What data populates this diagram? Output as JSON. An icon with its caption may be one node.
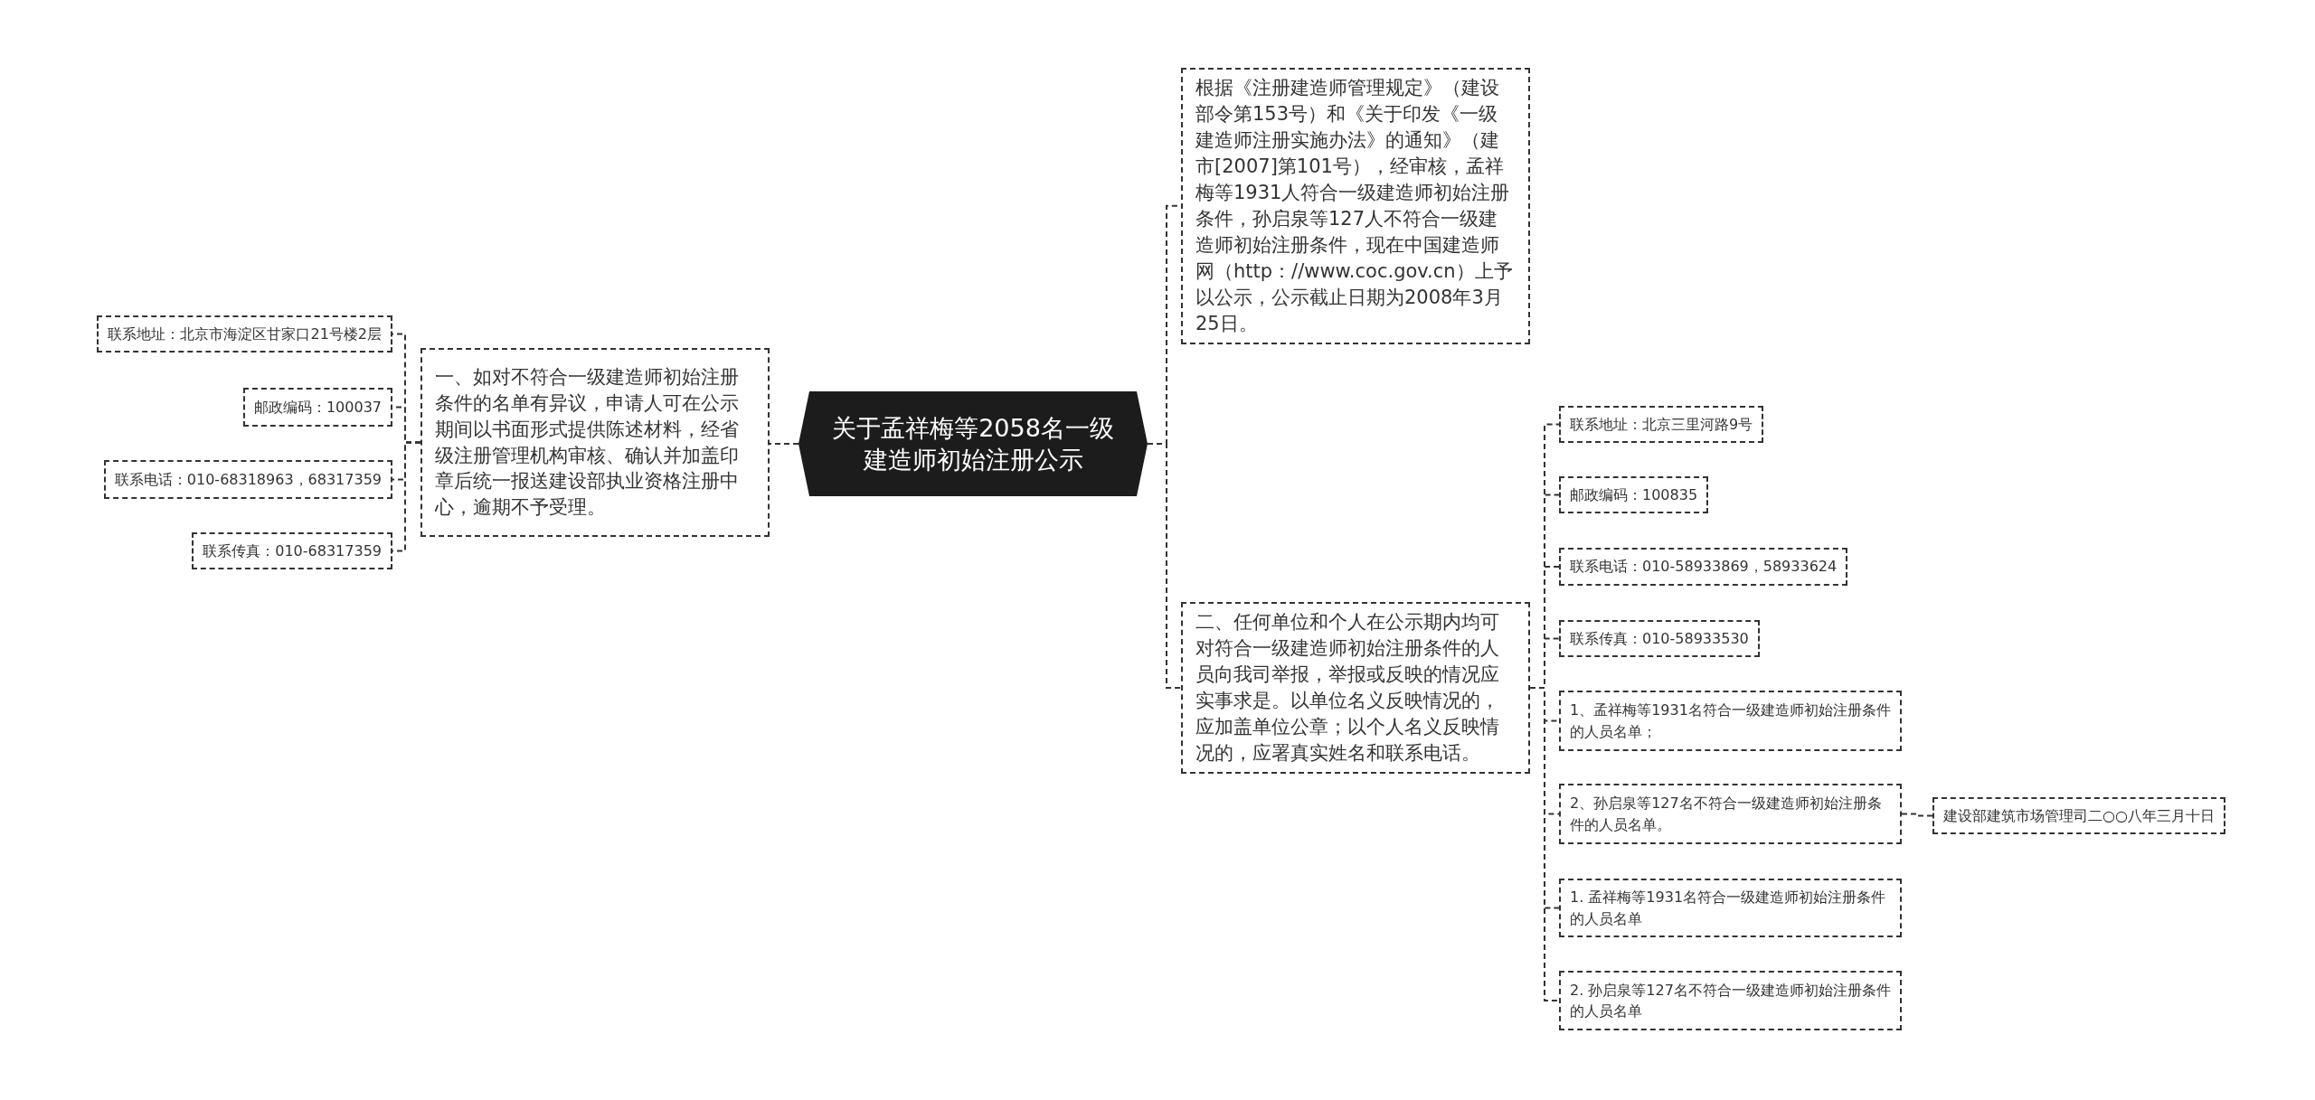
{
  "diagram": {
    "nodes": [
      {
        "text": [
          "关于孟祥梅等2058名一级建造师初始注册公示"
        ]
      },
      {
        "text": [
          "一、如对不符合一级建造师初始注册条件的名单有异议，申请人可在公示期间以书面形式提供陈述材料，经省级注册管理机构审核、确认并加盖印章后统一报送建设部执业资格注册中心，逾期不予受理。"
        ]
      },
      {
        "text": [
          "联系地址：北京市海淀区甘家口21号楼2层"
        ]
      },
      {
        "text": [
          "邮政编码：100037"
        ]
      },
      {
        "text": [
          "联系电话：010-68318963，68317359"
        ]
      },
      {
        "text": [
          "联系传真：010-68317359"
        ]
      },
      {
        "text": [
          "根据《注册建造师管理规定》（建设部令第153号）和《关于印发《一级建造师注册实施办法》的通知》（建市[2007]第101号），经审核，孟祥梅等1931人符合一级建造师初始注册条件，孙启泉等127人不符合一级建造师初始注册条件，现在中国建造师网（http：//www.coc.gov.cn）上予以公示，公示截止日期为2008年3月25日。"
        ]
      },
      {
        "text": [
          "二、任何单位和个人在公示期内均可对符合一级建造师初始注册条件的人员向我司举报，举报或反映的情况应实事求是。以单位名义反映情况的，应加盖单位公章；以个人名义反映情况的，应署真实姓名和联系电话。"
        ]
      },
      {
        "text": [
          "联系地址：北京三里河路9号"
        ]
      },
      {
        "text": [
          "邮政编码：100835"
        ]
      },
      {
        "text": [
          "联系电话：010-58933869，58933624"
        ]
      },
      {
        "text": [
          "联系传真：010-58933530"
        ]
      },
      {
        "text": [
          "1、孟祥梅等1931名符合一级建造师初始注册条件的人员名单；"
        ]
      },
      {
        "text": [
          "2、孙启泉等127名不符合一级建造师初始注册条件的人员名单。"
        ]
      },
      {
        "text": [
          "1. 孟祥梅等1931名符合一级建造师初始注册条件的人员名单"
        ]
      },
      {
        "text": [
          "2. 孙启泉等127名不符合一级建造师初始注册条件的人员名单"
        ]
      },
      {
        "text": [
          "建设部建筑市场管理司二○○八年三月十日"
        ]
      }
    ],
    "edges": [
      {
        "from": 0,
        "to": 1,
        "arrow": "none"
      },
      {
        "from": 1,
        "to": 2,
        "arrow": "none"
      },
      {
        "from": 1,
        "to": 3,
        "arrow": "none"
      },
      {
        "from": 1,
        "to": 4,
        "arrow": "none"
      },
      {
        "from": 1,
        "to": 5,
        "arrow": "none"
      },
      {
        "from": 0,
        "to": 6,
        "arrow": "none"
      },
      {
        "from": 0,
        "to": 7,
        "arrow": "none"
      },
      {
        "from": 7,
        "to": 8,
        "arrow": "none"
      },
      {
        "from": 7,
        "to": 9,
        "arrow": "none"
      },
      {
        "from": 7,
        "to": 10,
        "arrow": "none"
      },
      {
        "from": 7,
        "to": 11,
        "arrow": "none"
      },
      {
        "from": 7,
        "to": 12,
        "arrow": "none"
      },
      {
        "from": 7,
        "to": 13,
        "arrow": "none"
      },
      {
        "from": 7,
        "to": 14,
        "arrow": "none"
      },
      {
        "from": 7,
        "to": 15,
        "arrow": "none"
      },
      {
        "from": 13,
        "to": 16,
        "arrow": "none"
      }
    ]
  }
}
